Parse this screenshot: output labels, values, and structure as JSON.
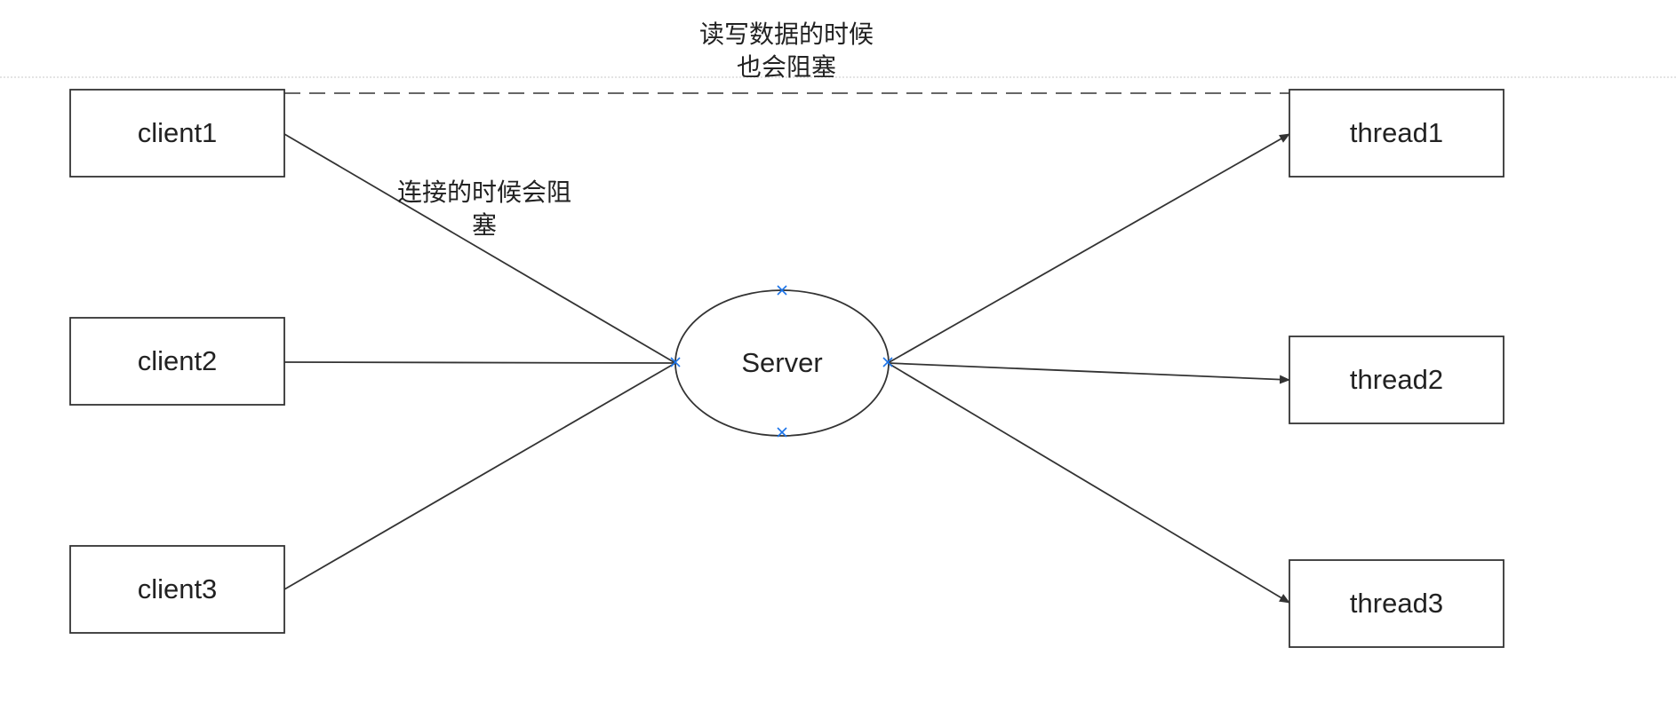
{
  "nodes": {
    "client1": "client1",
    "client2": "client2",
    "client3": "client3",
    "server": "Server",
    "thread1": "thread1",
    "thread2": "thread2",
    "thread3": "thread3"
  },
  "annotations": {
    "connect_block": {
      "line1": "连接的时候会阻",
      "line2": "塞"
    },
    "rw_block": {
      "line1": "读写数据的时候",
      "line2": "也会阻塞"
    }
  },
  "colors": {
    "stroke": "#333333",
    "handle": "#1a73e8",
    "guide": "#c8c8c8"
  }
}
